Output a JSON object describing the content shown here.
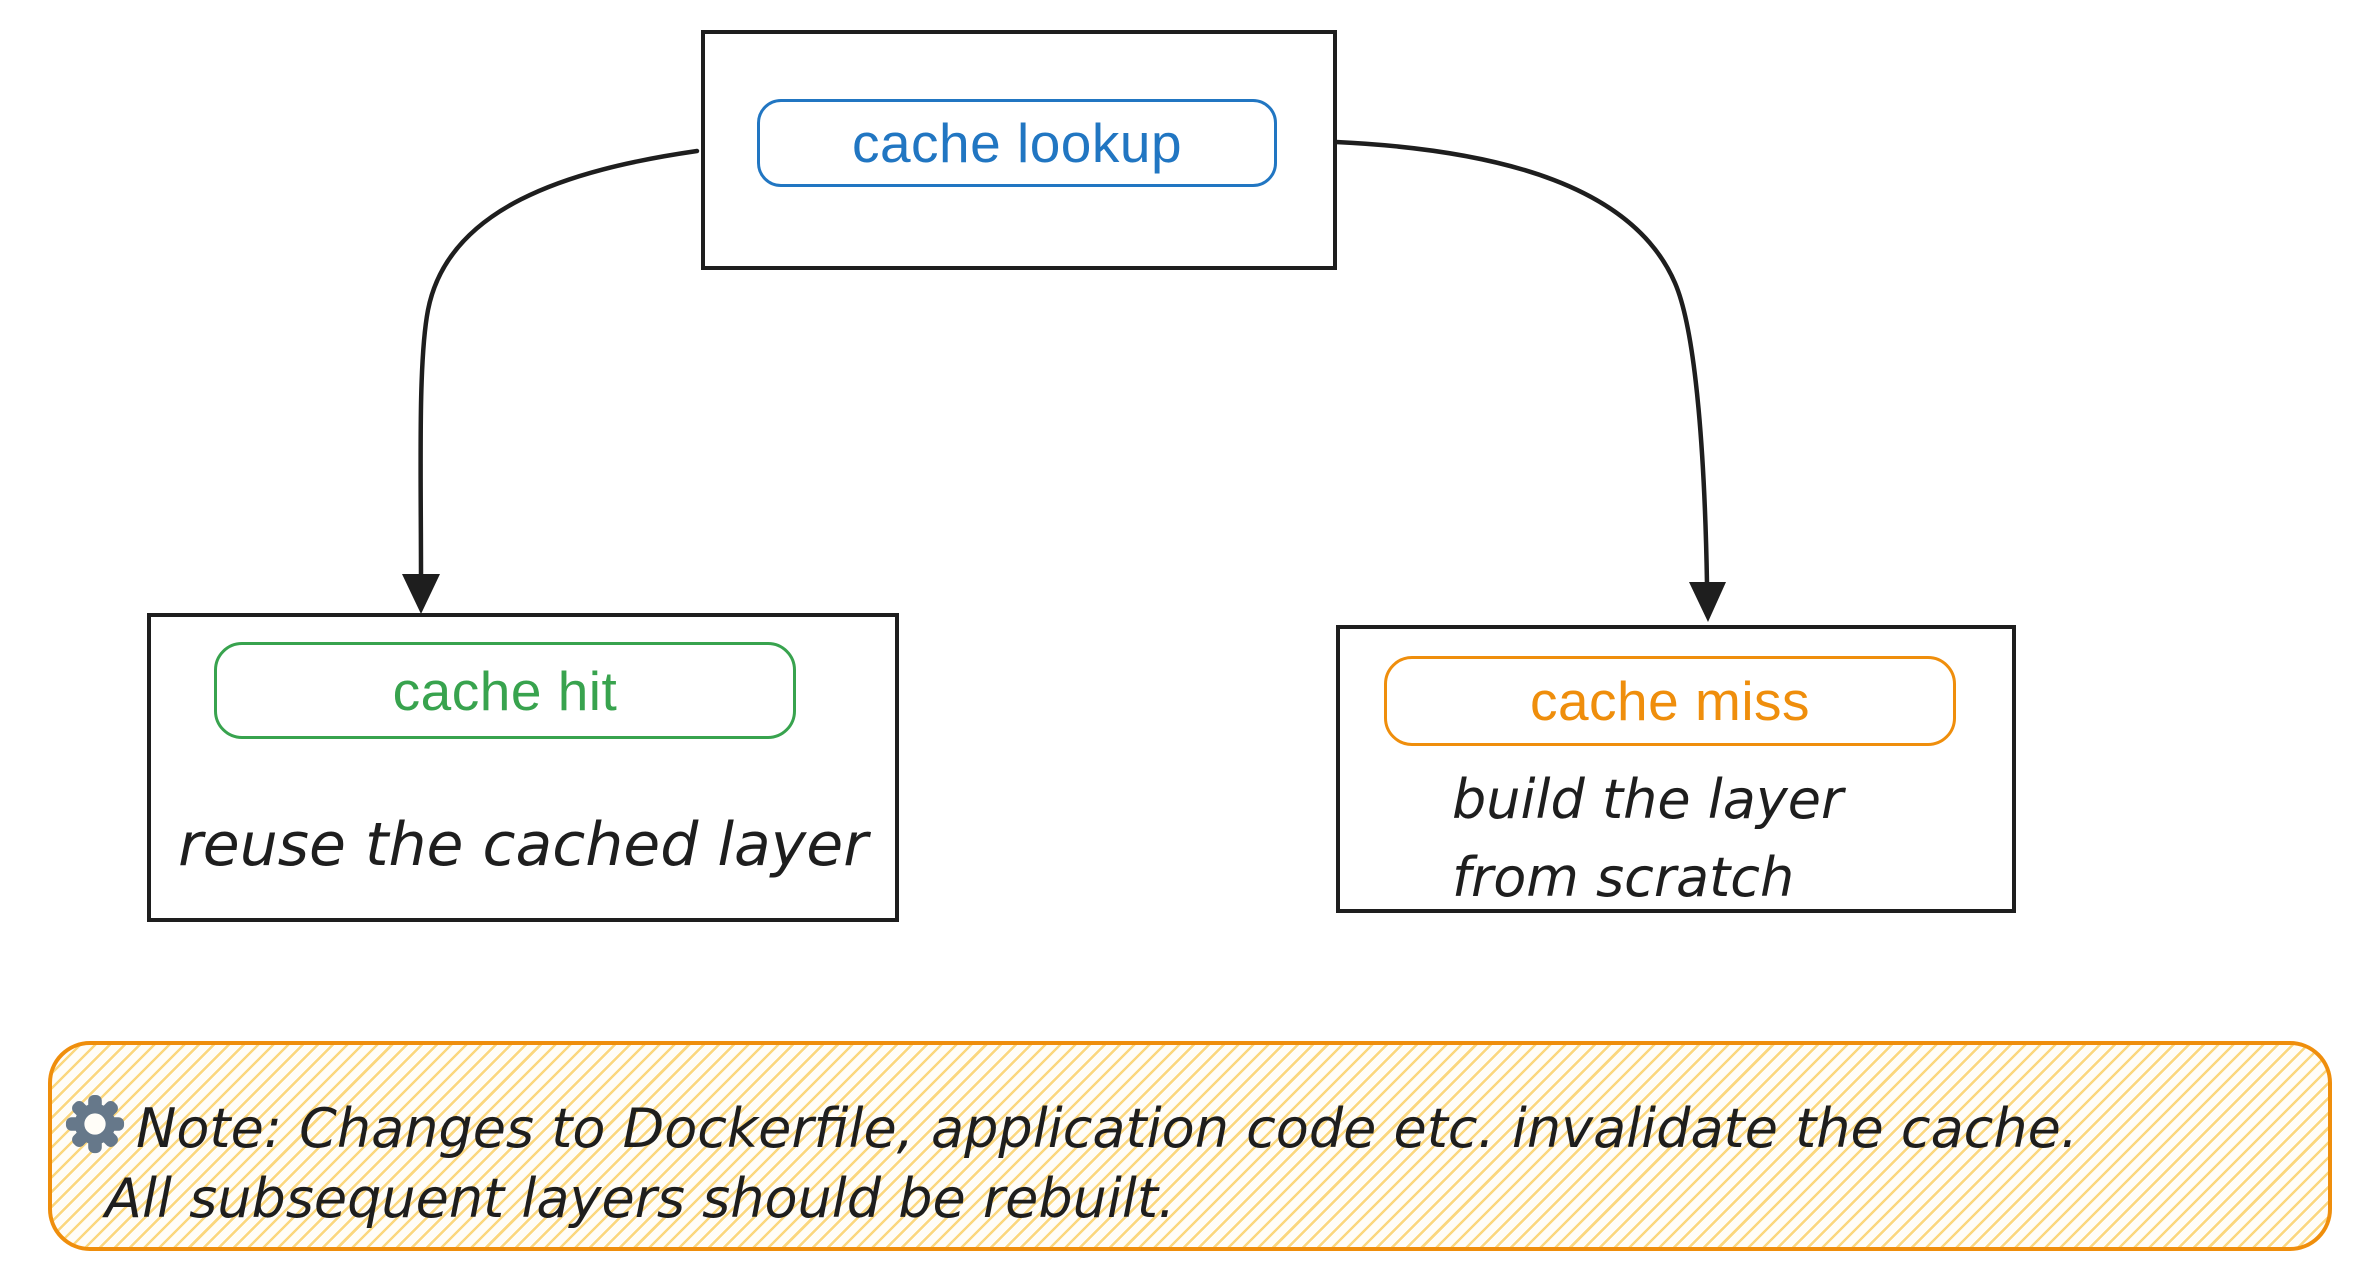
{
  "diagram": {
    "lookup": {
      "label": "cache lookup"
    },
    "hit": {
      "label": "cache hit",
      "description": "reuse the cached layer"
    },
    "miss": {
      "label": "cache miss",
      "description_line1": "build the layer",
      "description_line2": "from scratch"
    },
    "note": {
      "icon": "gear-icon",
      "line1": "Note: Changes to Dockerfile, application code etc. invalidate the cache.",
      "line2": "All subsequent layers should be rebuilt."
    },
    "colors": {
      "stroke": "#1e1e1e",
      "lookup_blue": "#2176c2",
      "hit_green": "#38a34e",
      "miss_orange": "#ef8e0c",
      "note_border": "#ef8e0c",
      "note_stripe": "#fbd77e",
      "gear_gray": "#66788a"
    }
  }
}
